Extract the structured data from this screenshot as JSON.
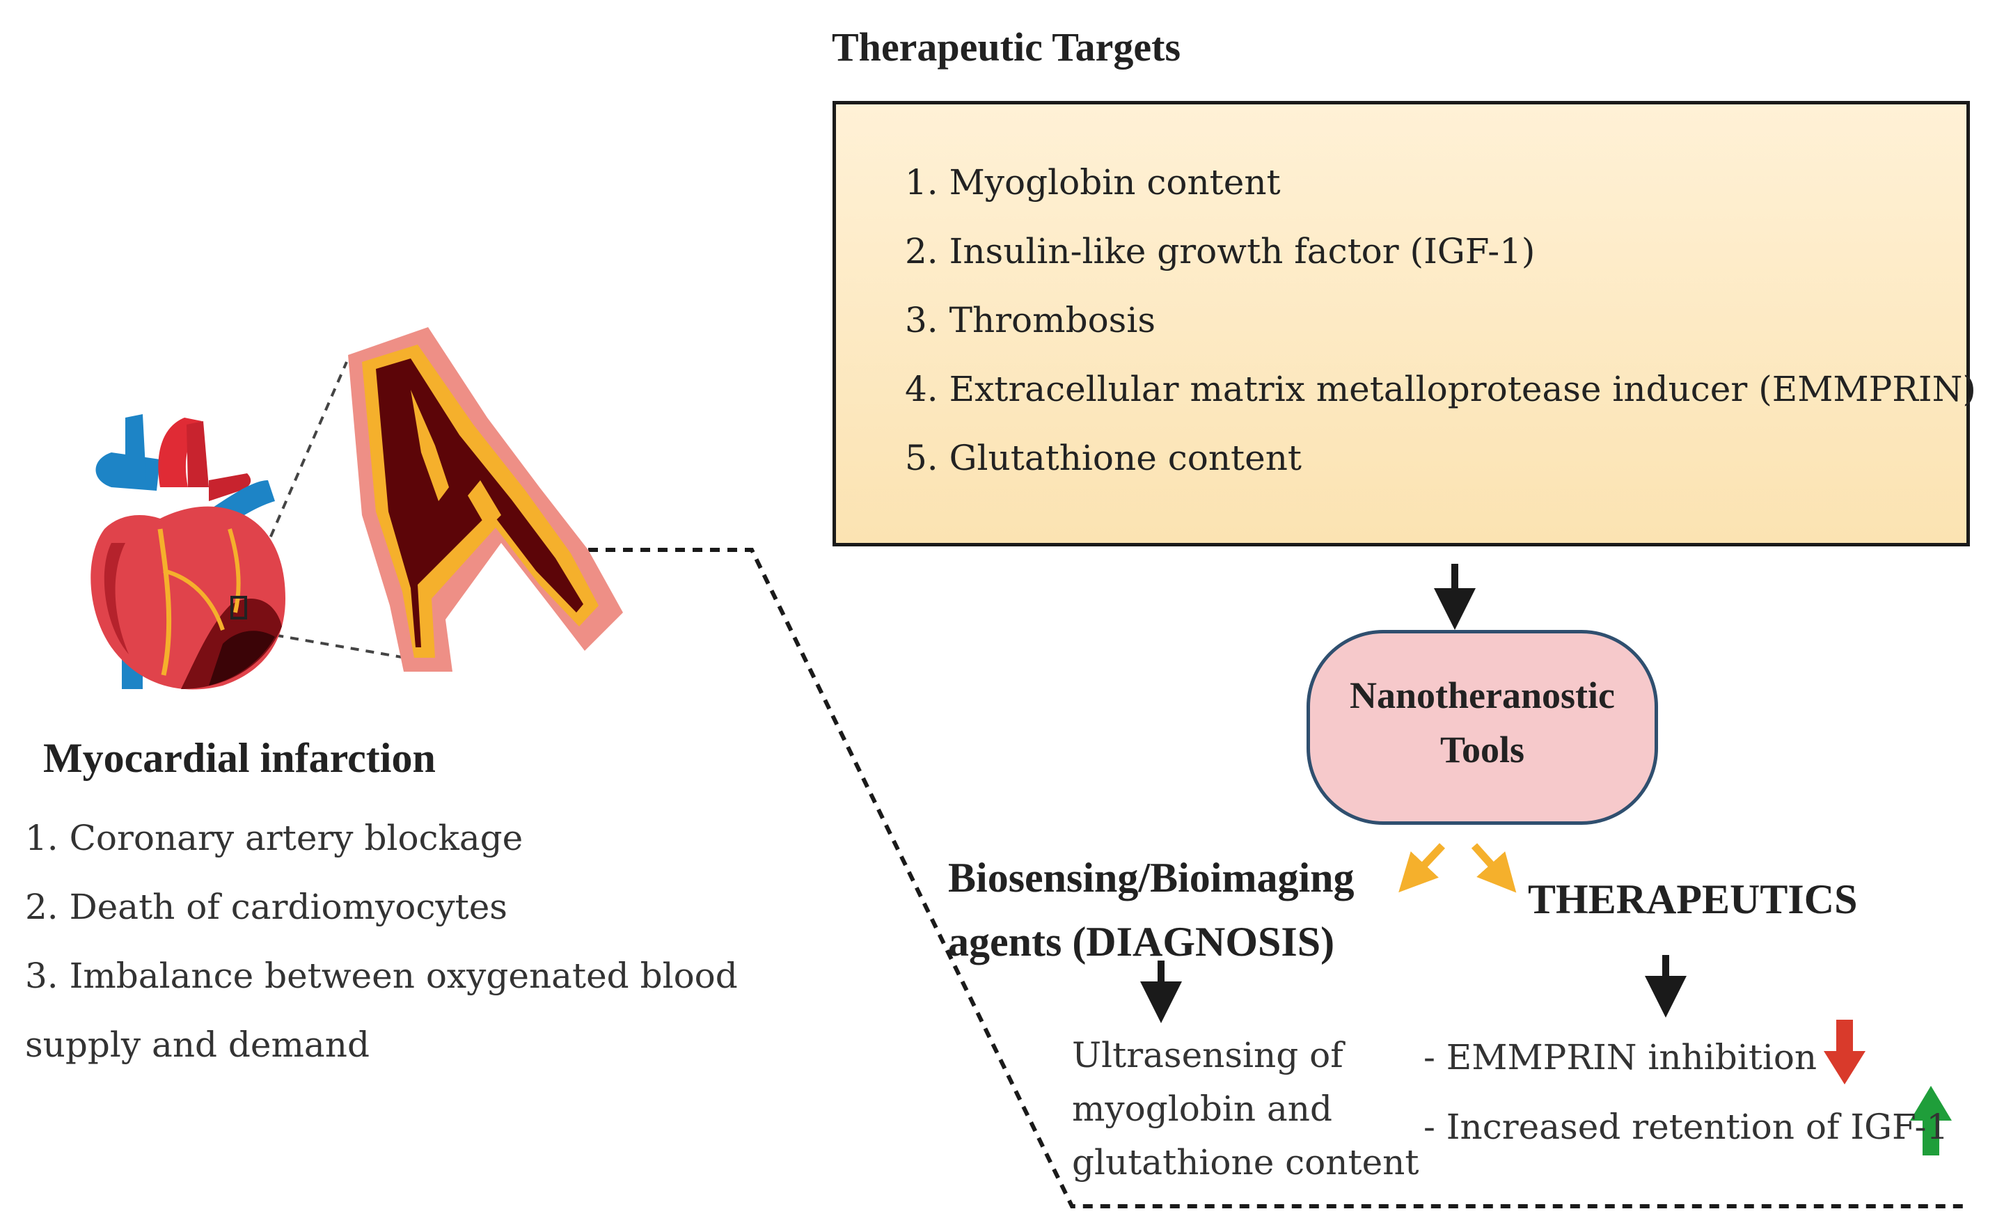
{
  "therapeutic_targets": {
    "title": "Therapeutic Targets",
    "items": [
      "1. Myoglobin content",
      "2. Insulin-like growth factor (IGF-1)",
      "3. Thrombosis",
      "4. Extracellular matrix metalloprotease inducer (EMMPRIN)",
      "5. Glutathione content"
    ],
    "box_fill": "#fbe3b2"
  },
  "nanotheranostic": {
    "label": "Nanotheranostic Tools",
    "fill": "#f6c9cb",
    "border": "#2f4f6f"
  },
  "myocardial_infarction": {
    "title": "Myocardial infarction",
    "items": [
      "1. Coronary artery blockage",
      "2. Death of cardiomyocytes",
      "3. Imbalance between oxygenated blood",
      "supply and demand"
    ]
  },
  "diagnosis": {
    "title": "Biosensing/Bioimaging agents (DIAGNOSIS)",
    "result": "Ultrasensing of myoglobin and glutathione content"
  },
  "therapeutics": {
    "title": "THERAPEUTICS",
    "items": [
      "- EMMPRIN inhibition",
      "- Increased retention of IGF-1"
    ]
  },
  "colors": {
    "arrow_dark": "#1a1a1a",
    "arrow_orange": "#f5b02c",
    "arrow_down_red": "#d93a2b",
    "arrow_up_green": "#1f9e3a"
  },
  "icons": [
    "heart-illustration",
    "blocked-artery-illustration",
    "down-arrow-icon",
    "up-arrow-icon"
  ]
}
